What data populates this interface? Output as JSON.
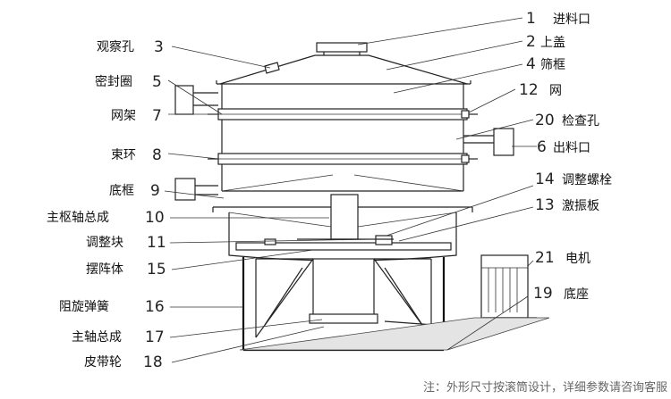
{
  "labels": {
    "l1": {
      "num": "1",
      "text": "进料口"
    },
    "l2": {
      "num": "2",
      "text": "上盖"
    },
    "l3": {
      "num": "3",
      "text": "观察孔"
    },
    "l4": {
      "num": "4",
      "text": "筛框"
    },
    "l5": {
      "num": "5",
      "text": "密封圈"
    },
    "l12": {
      "num": "12",
      "text": "网"
    },
    "l7": {
      "num": "7",
      "text": "网架"
    },
    "l20": {
      "num": "20",
      "text": "检查孔"
    },
    "l8": {
      "num": "8",
      "text": "束环"
    },
    "l6": {
      "num": "6",
      "text": "出料口"
    },
    "l14": {
      "num": "14",
      "text": "调整螺栓"
    },
    "l9": {
      "num": "9",
      "text": "底框"
    },
    "l13": {
      "num": "13",
      "text": "激振板"
    },
    "l10": {
      "num": "10",
      "text": "主枢轴总成"
    },
    "l11": {
      "num": "11",
      "text": "调整块"
    },
    "l21": {
      "num": "21",
      "text": "电机"
    },
    "l15": {
      "num": "15",
      "text": "摆阵体"
    },
    "l19": {
      "num": "19",
      "text": "底座"
    },
    "l16": {
      "num": "16",
      "text": "阻旋弹簧"
    },
    "l17": {
      "num": "17",
      "text": "主轴总成"
    },
    "l18": {
      "num": "18",
      "text": "皮带轮"
    }
  },
  "note": "注：外形尺寸按滚筒设计，详细参数请咨询客服"
}
